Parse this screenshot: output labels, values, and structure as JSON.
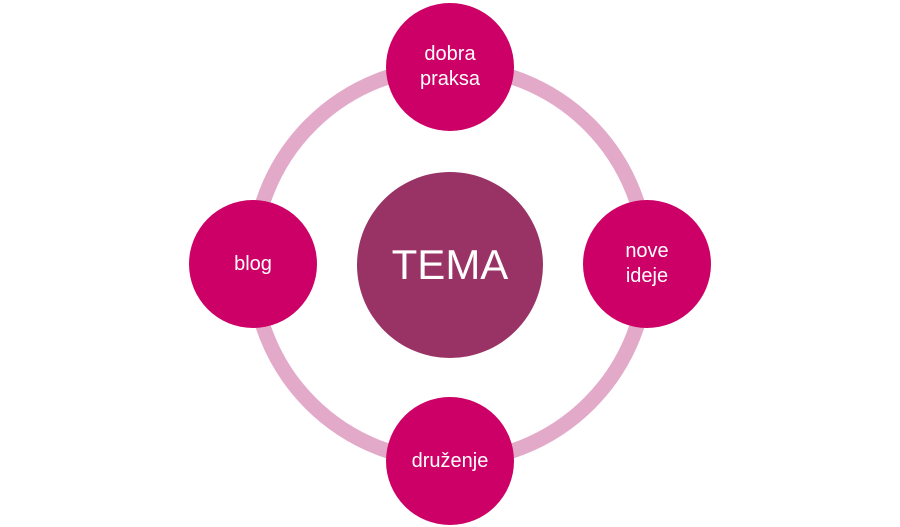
{
  "diagram": {
    "center": {
      "label": "TEMA",
      "color": "#993366"
    },
    "nodes": [
      {
        "id": "top",
        "label": "dobra\npraksa"
      },
      {
        "id": "right",
        "label": "nove\nideje"
      },
      {
        "id": "bottom",
        "label": "druženje"
      },
      {
        "id": "left",
        "label": "blog"
      }
    ],
    "node_color": "#cc0066",
    "ring_color": "#e3a9c8"
  }
}
